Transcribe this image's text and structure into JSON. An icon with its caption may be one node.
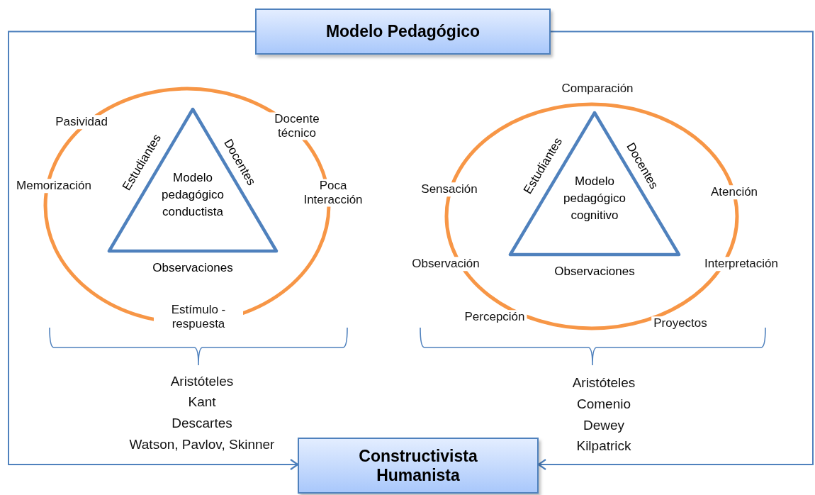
{
  "diagram": {
    "nodes": [
      {
        "text": [
          "Modelo Pedagógico"
        ]
      },
      {
        "text": [
          "Constructivista Humanista"
        ]
      },
      {
        "text": [
          "Modelo pedagógico conductista"
        ],
        "beside": [
          "Estudiantes",
          "Docentes",
          "Observaciones"
        ]
      },
      {
        "text": [
          "Modelo pedagógico cognitivo"
        ],
        "beside": [
          "Estudiantes",
          "Docentes",
          "Observaciones"
        ]
      }
    ],
    "edges": [
      {
        "from": 0,
        "to": 1,
        "arrow": "to"
      },
      {
        "from": 0,
        "to": 1,
        "arrow": "to"
      }
    ],
    "labels": [
      "Pasividad",
      "Docente técnico",
      "Memorización",
      "Poca Interacción",
      "Estímulo - respuesta",
      "Aristóteles",
      "Kant",
      "Descartes",
      "Watson, Pavlov, Skinner",
      "Comparación",
      "Sensación",
      "Atención",
      "Observación",
      "Interpretación",
      "Percepción",
      "Proyectos",
      "Aristóteles",
      "Comenio",
      "Dewey",
      "Kilpatrick"
    ]
  }
}
